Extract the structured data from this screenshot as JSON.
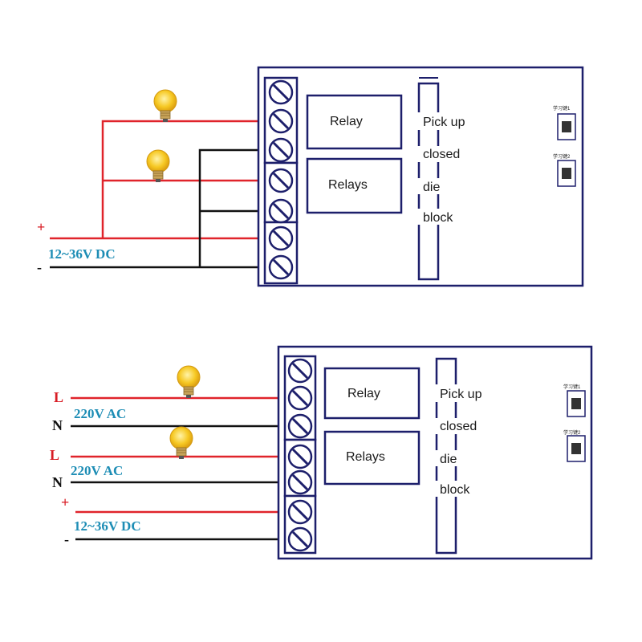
{
  "colors": {
    "board": "#1d1f6b",
    "red_wire": "#e0242b",
    "black_wire": "#111111",
    "voltage_text": "#1d8db5",
    "bulb": "#f2c21a"
  },
  "top_diagram": {
    "relay1_label": "Relay",
    "relay2_label": "Relays",
    "states": {
      "pickup": "Pick up",
      "closed": "closed",
      "die": "die",
      "block": "block"
    },
    "button1_label": "学习键1",
    "button2_label": "学习键2",
    "dc_voltage": "12~36V DC",
    "plus": "+",
    "minus": "-"
  },
  "bottom_diagram": {
    "relay1_label": "Relay",
    "relay2_label": "Relays",
    "states": {
      "pickup": "Pick up",
      "closed": "closed",
      "die": "die",
      "block": "block"
    },
    "button1_label": "学习键1",
    "button2_label": "学习键2",
    "ac1_voltage": "220V AC",
    "ac2_voltage": "220V AC",
    "dc_voltage": "12~36V DC",
    "L1": "L",
    "N1": "N",
    "L2": "L",
    "N2": "N",
    "plus": "+",
    "minus": "-"
  }
}
